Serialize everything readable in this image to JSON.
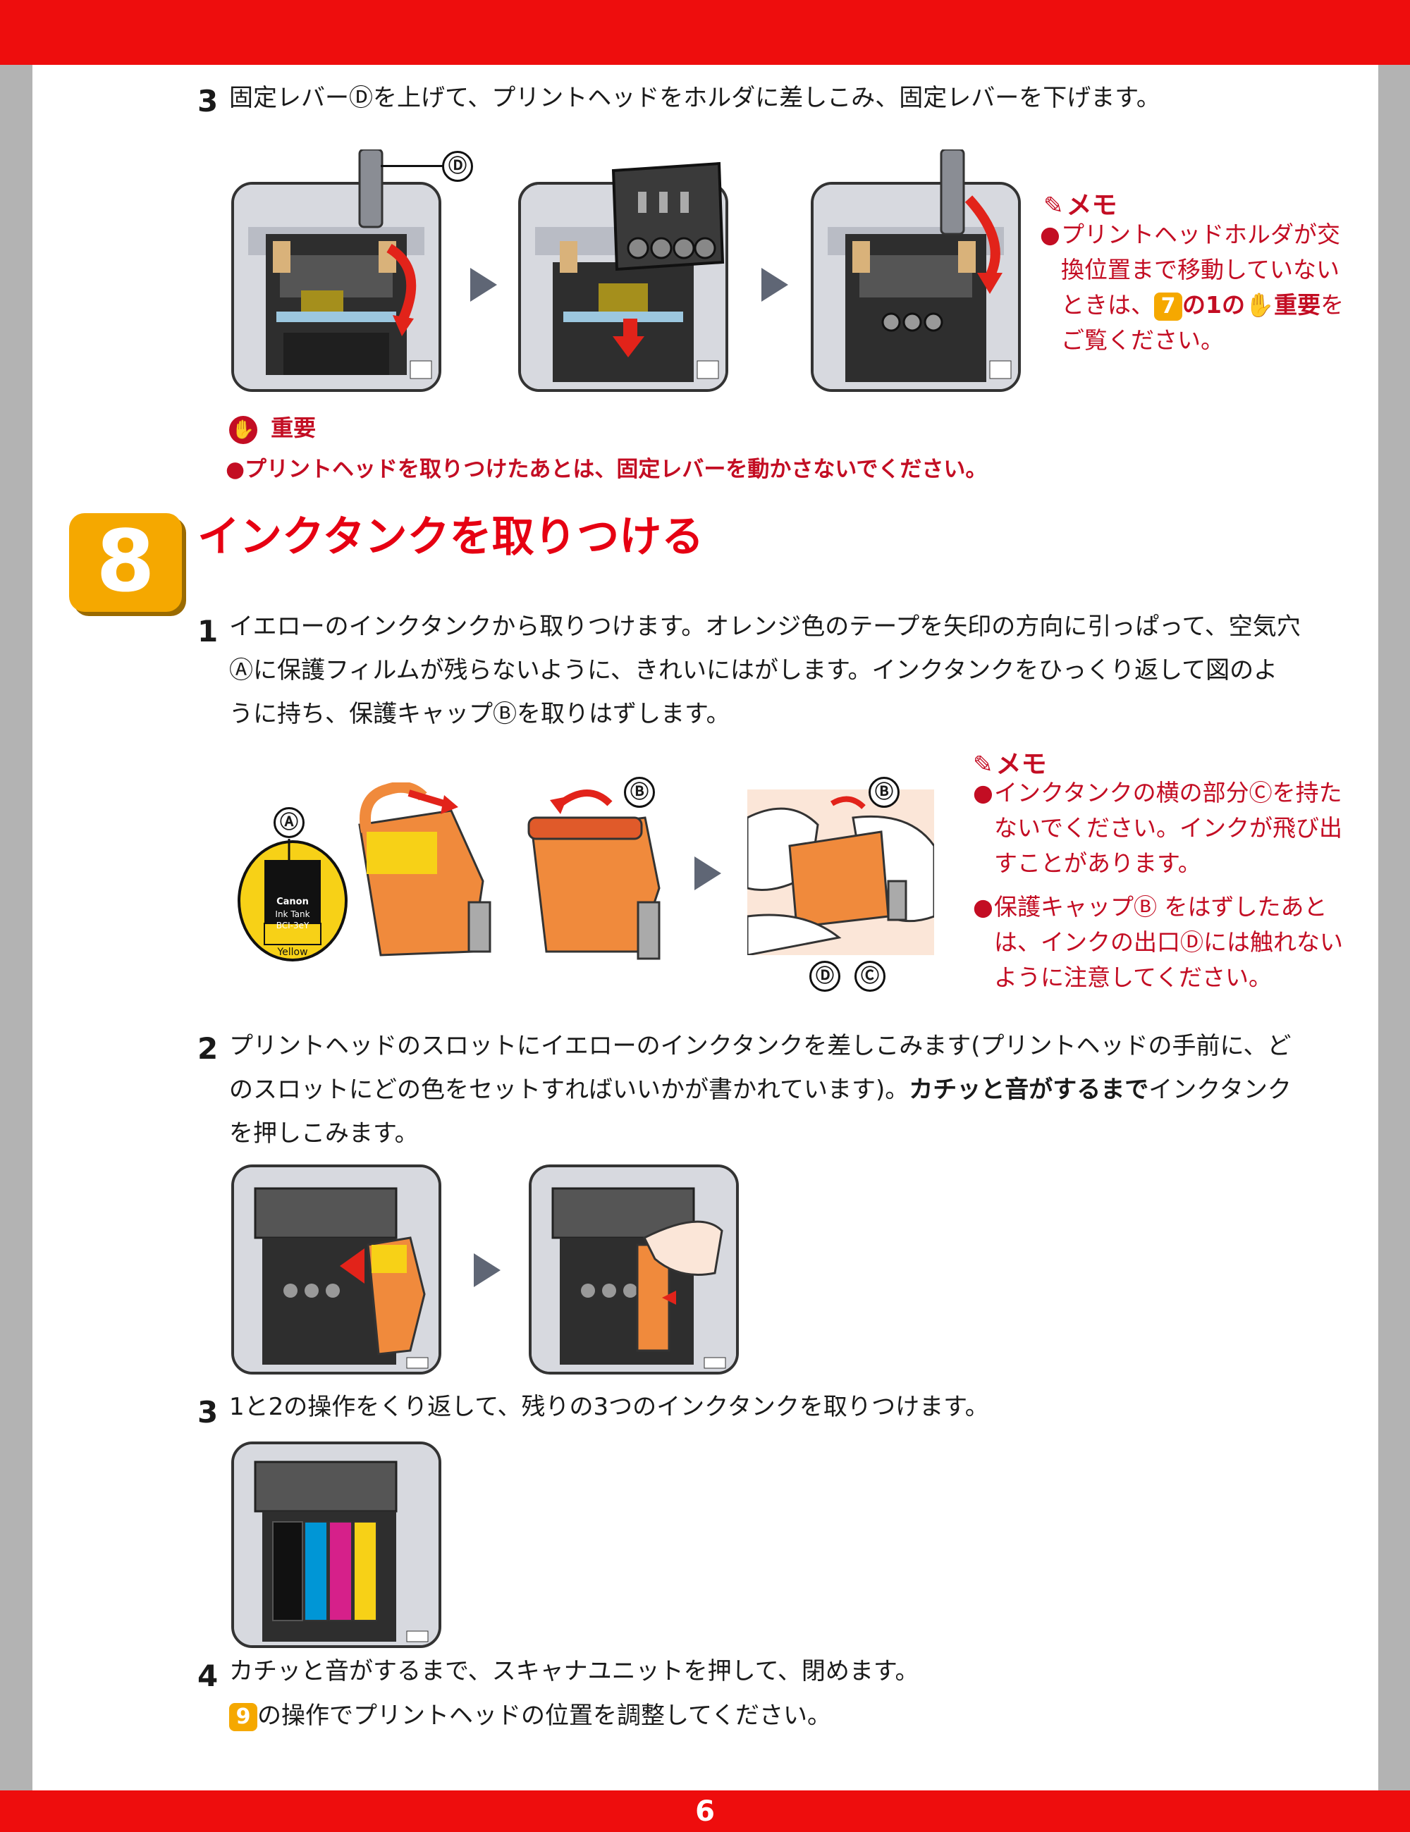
{
  "page_number": "6",
  "top_step": {
    "num": "3",
    "text": "固定レバーⒹを上げて、プリントヘッドをホルダに差しこみ、固定レバーを下げます。",
    "callout": "Ⓓ"
  },
  "memo1": {
    "title": "メモ",
    "line1": "プリントヘッドホルダが交",
    "line2": "換位置まで移動していない",
    "line3_a": "ときは、",
    "line3_chip": "7",
    "line3_b": "の1の",
    "line3_c": "重要",
    "line3_d": "を",
    "line4": "ご覧ください。"
  },
  "important": {
    "title": "重要",
    "text": "●プリントヘッドを取りつけたあとは、固定レバーを動かさないでください。"
  },
  "section8": {
    "num": "8",
    "title": "インクタンクを取りつける"
  },
  "step1": {
    "num": "1",
    "line1": "イエローのインクタンクから取りつけます。オレンジ色のテープを矢印の方向に引っぱって、空気穴",
    "line2": "Ⓐに保護フィルムが残らないように、きれいにはがします。インクタンクをひっくり返して図のよ",
    "line3": "うに持ち、保護キャップⒷを取りはずします。"
  },
  "step1_labels": {
    "A": "Ⓐ",
    "B1": "Ⓑ",
    "B2": "Ⓑ",
    "D": "Ⓓ",
    "C": "Ⓒ",
    "tank_brand": "Canon",
    "tank_type": "Ink Tank",
    "tank_model": "BCI-3eY",
    "tank_color": "Yellow"
  },
  "memo2": {
    "title": "メモ",
    "b1_line1": "インクタンクの横の部分Ⓒを持た",
    "b1_line2": "ないでください。インクが飛び出",
    "b1_line3": "すことがあります。",
    "b2_line1": "保護キャップⒷ をはずしたあと",
    "b2_line2": "は、インクの出口Ⓓには触れない",
    "b2_line3": "ように注意してください。"
  },
  "step2": {
    "num": "2",
    "line1": "プリントヘッドのスロットにイエローのインクタンクを差しこみます(プリントヘッドの手前に、ど",
    "line2_a": "のスロットにどの色をセットすればいいかが書かれています)。",
    "line2_b": "カチッと音がするまで",
    "line2_c": "インクタンク",
    "line3": "を押しこみます。"
  },
  "step3": {
    "num": "3",
    "text": "1と2の操作をくり返して、残りの3つのインクタンクを取りつけます。"
  },
  "step4": {
    "num": "4",
    "line1": "カチッと音がするまで、スキャナユニットを押して、閉めます。",
    "line2_chip": "9",
    "line2_text": "の操作でプリントヘッドの位置を調整してください。"
  },
  "colors": {
    "bar_red": "#ee0d0d",
    "memo_red": "#c30d23",
    "title_red": "#e60012",
    "section_orange": "#f5a800",
    "tank_orange": "#f08a3c",
    "tank_yellow": "#f7d117"
  }
}
